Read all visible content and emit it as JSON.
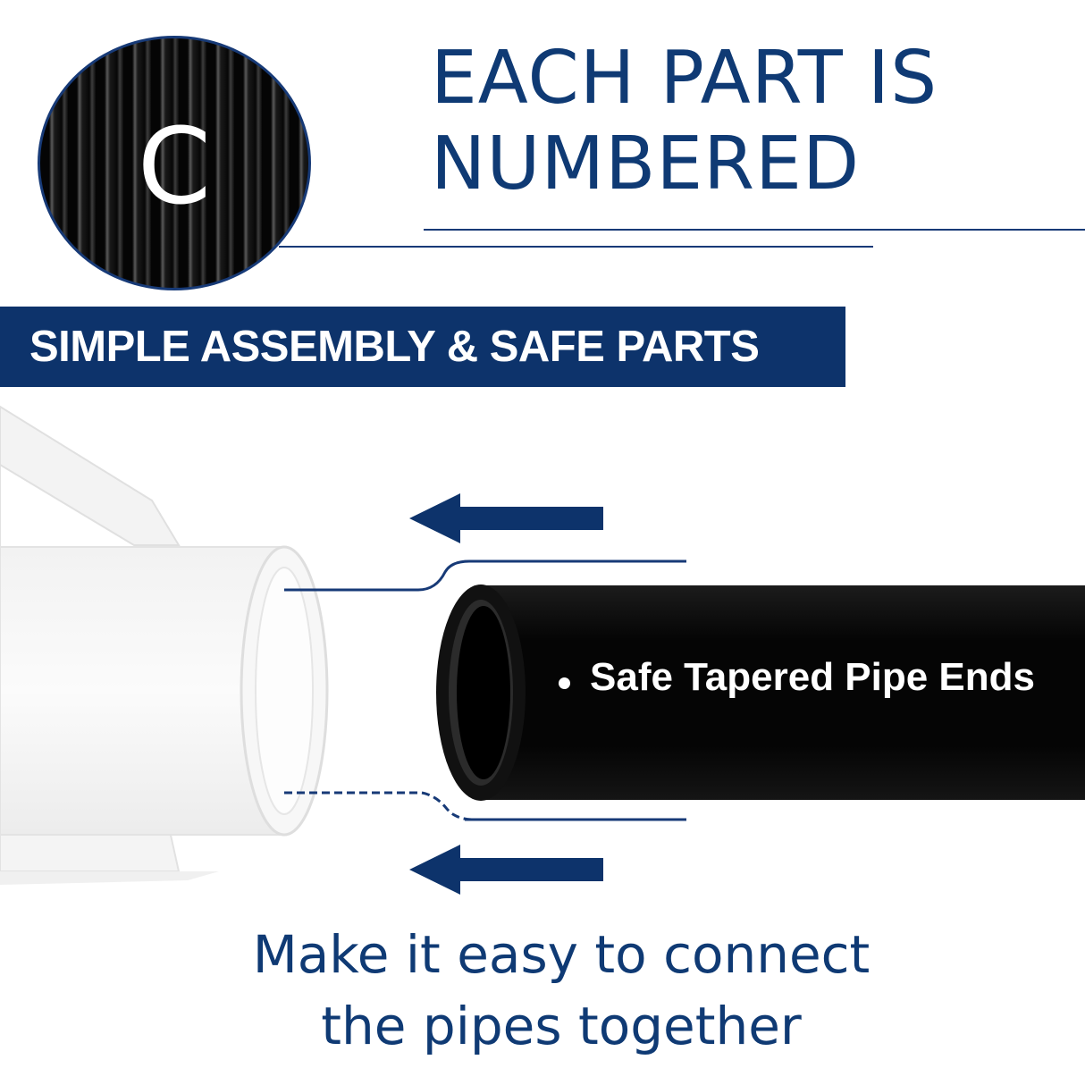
{
  "badge": {
    "letter": "C"
  },
  "headline": {
    "line1": "EACH PART IS",
    "line2": "NUMBERED"
  },
  "banner": {
    "text": "SIMPLE ASSEMBLY & SAFE PARTS"
  },
  "illustration": {
    "pipe_label": "Safe Tapered Pipe Ends",
    "arrow_icons": [
      "arrow-left-icon",
      "arrow-left-icon"
    ]
  },
  "caption": {
    "line1": "Make it easy to connect",
    "line2": "the pipes together"
  },
  "colors": {
    "navy": "#0d336b",
    "text_blue": "#0f3a74",
    "pipe_black": "#0a0a0a",
    "white": "#ffffff"
  }
}
